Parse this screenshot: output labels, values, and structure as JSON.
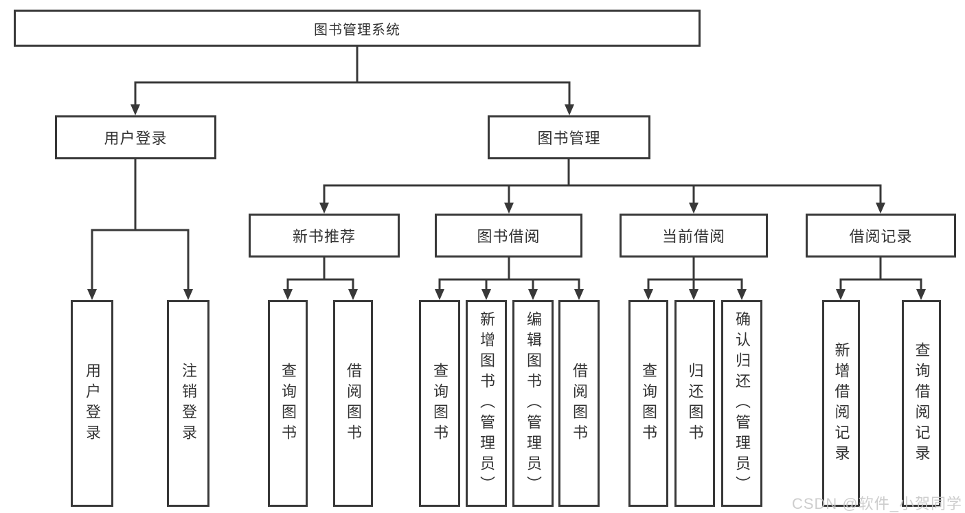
{
  "diagram": {
    "type": "hierarchy-tree",
    "tree": {
      "root": {
        "label": "图书管理系统"
      },
      "branches": [
        {
          "label": "用户登录",
          "children": [
            {
              "label": "用户登录"
            },
            {
              "label": "注销登录"
            }
          ]
        },
        {
          "label": "图书管理",
          "children": [
            {
              "label": "新书推荐",
              "children": [
                {
                  "label": "查询图书"
                },
                {
                  "label": "借阅图书"
                }
              ]
            },
            {
              "label": "图书借阅",
              "children": [
                {
                  "label": "查询图书"
                },
                {
                  "label": "新增图书（管理员）"
                },
                {
                  "label": "编辑图书（管理员）"
                },
                {
                  "label": "借阅图书"
                }
              ]
            },
            {
              "label": "当前借阅",
              "children": [
                {
                  "label": "查询图书"
                },
                {
                  "label": "归还图书"
                },
                {
                  "label": "确认归还（管理员）"
                }
              ]
            },
            {
              "label": "借阅记录",
              "children": [
                {
                  "label": "新增借阅记录"
                },
                {
                  "label": "查询借阅记录"
                }
              ]
            }
          ]
        }
      ]
    },
    "colors": {
      "line": "#383838",
      "border": "#383838",
      "text": "#333333",
      "background": "#ffffff",
      "watermark": "#c8c8c8"
    }
  },
  "watermark": "CSDN @软件_小贺同学"
}
